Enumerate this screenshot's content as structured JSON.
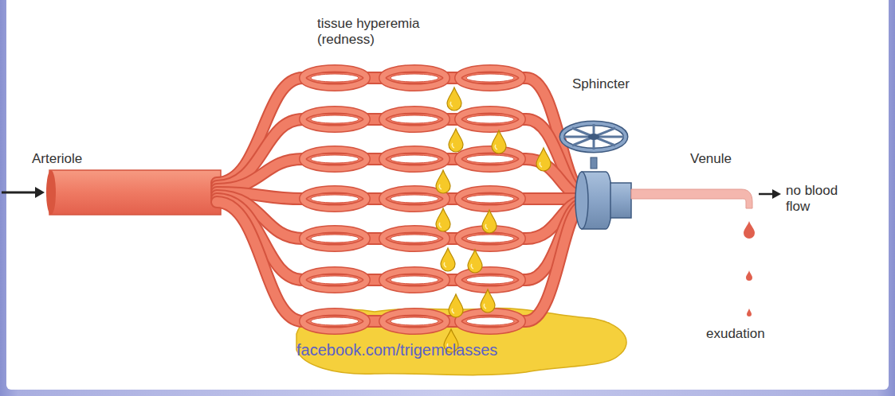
{
  "diagram": {
    "labels": [
      "tissue hyperemia (redness)",
      "Sphincter",
      "Arteriole",
      "Venule",
      "no blood flow",
      "exudation",
      "facebook.com/trigemclasses"
    ]
  }
}
